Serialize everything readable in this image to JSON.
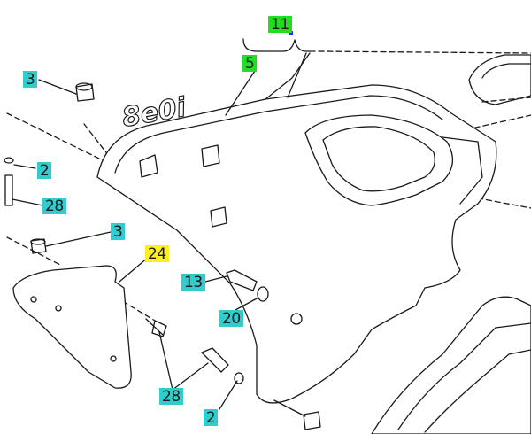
{
  "diagram": {
    "logo_text": "8e0i",
    "callouts": [
      {
        "id": "c11",
        "label": "11",
        "color": "green"
      },
      {
        "id": "c5",
        "label": "5",
        "color": "green"
      },
      {
        "id": "c3a",
        "label": "3",
        "color": "cyan"
      },
      {
        "id": "c2a",
        "label": "2",
        "color": "cyan"
      },
      {
        "id": "c28a",
        "label": "28",
        "color": "cyan"
      },
      {
        "id": "c3b",
        "label": "3",
        "color": "cyan"
      },
      {
        "id": "c24",
        "label": "24",
        "color": "yellow"
      },
      {
        "id": "c13",
        "label": "13",
        "color": "cyan"
      },
      {
        "id": "c20",
        "label": "20",
        "color": "cyan"
      },
      {
        "id": "c28b",
        "label": "28",
        "color": "cyan"
      },
      {
        "id": "c2b",
        "label": "2",
        "color": "cyan"
      }
    ]
  },
  "colors": {
    "cyan": "#33cccc",
    "green": "#22dd22",
    "yellow": "#ffee22",
    "line": "#1a1a1a"
  }
}
